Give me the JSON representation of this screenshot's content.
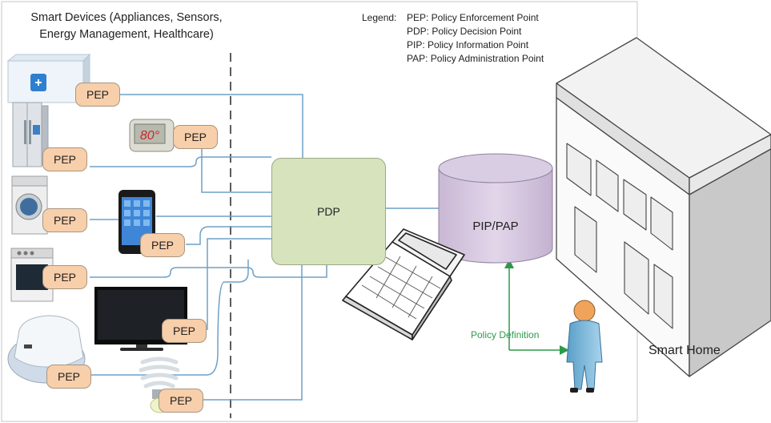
{
  "title": {
    "line1": "Smart Devices (Appliances, Sensors,",
    "line2": "Energy Management, Healthcare)"
  },
  "legend": {
    "label": "Legend:",
    "items": [
      "PEP: Policy Enforcement Point",
      "PDP: Policy Decision Point",
      "PIP: Policy Information Point",
      "PAP: Policy Administration Point"
    ]
  },
  "pep_label": "PEP",
  "pdp_label": "PDP",
  "pip_label": "PIP/PAP",
  "thermostat_reading": "80°",
  "policy_label": "Policy Definition",
  "home_label": "Smart Home",
  "colors": {
    "pep_fill": "#f8cfab",
    "pdp_fill": "#d6e3bd",
    "pip_fill": "#d6c6df",
    "connector": "#6fa0c6",
    "policy_arrow": "#2d9a4a"
  },
  "icons": [
    "air-conditioner-icon",
    "refrigerator-icon",
    "thermostat-icon",
    "washing-machine-icon",
    "smartphone-icon",
    "oven-icon",
    "television-icon",
    "robot-vacuum-icon",
    "light-bulb-icon",
    "laptop-icon",
    "person-icon",
    "building-icon"
  ]
}
